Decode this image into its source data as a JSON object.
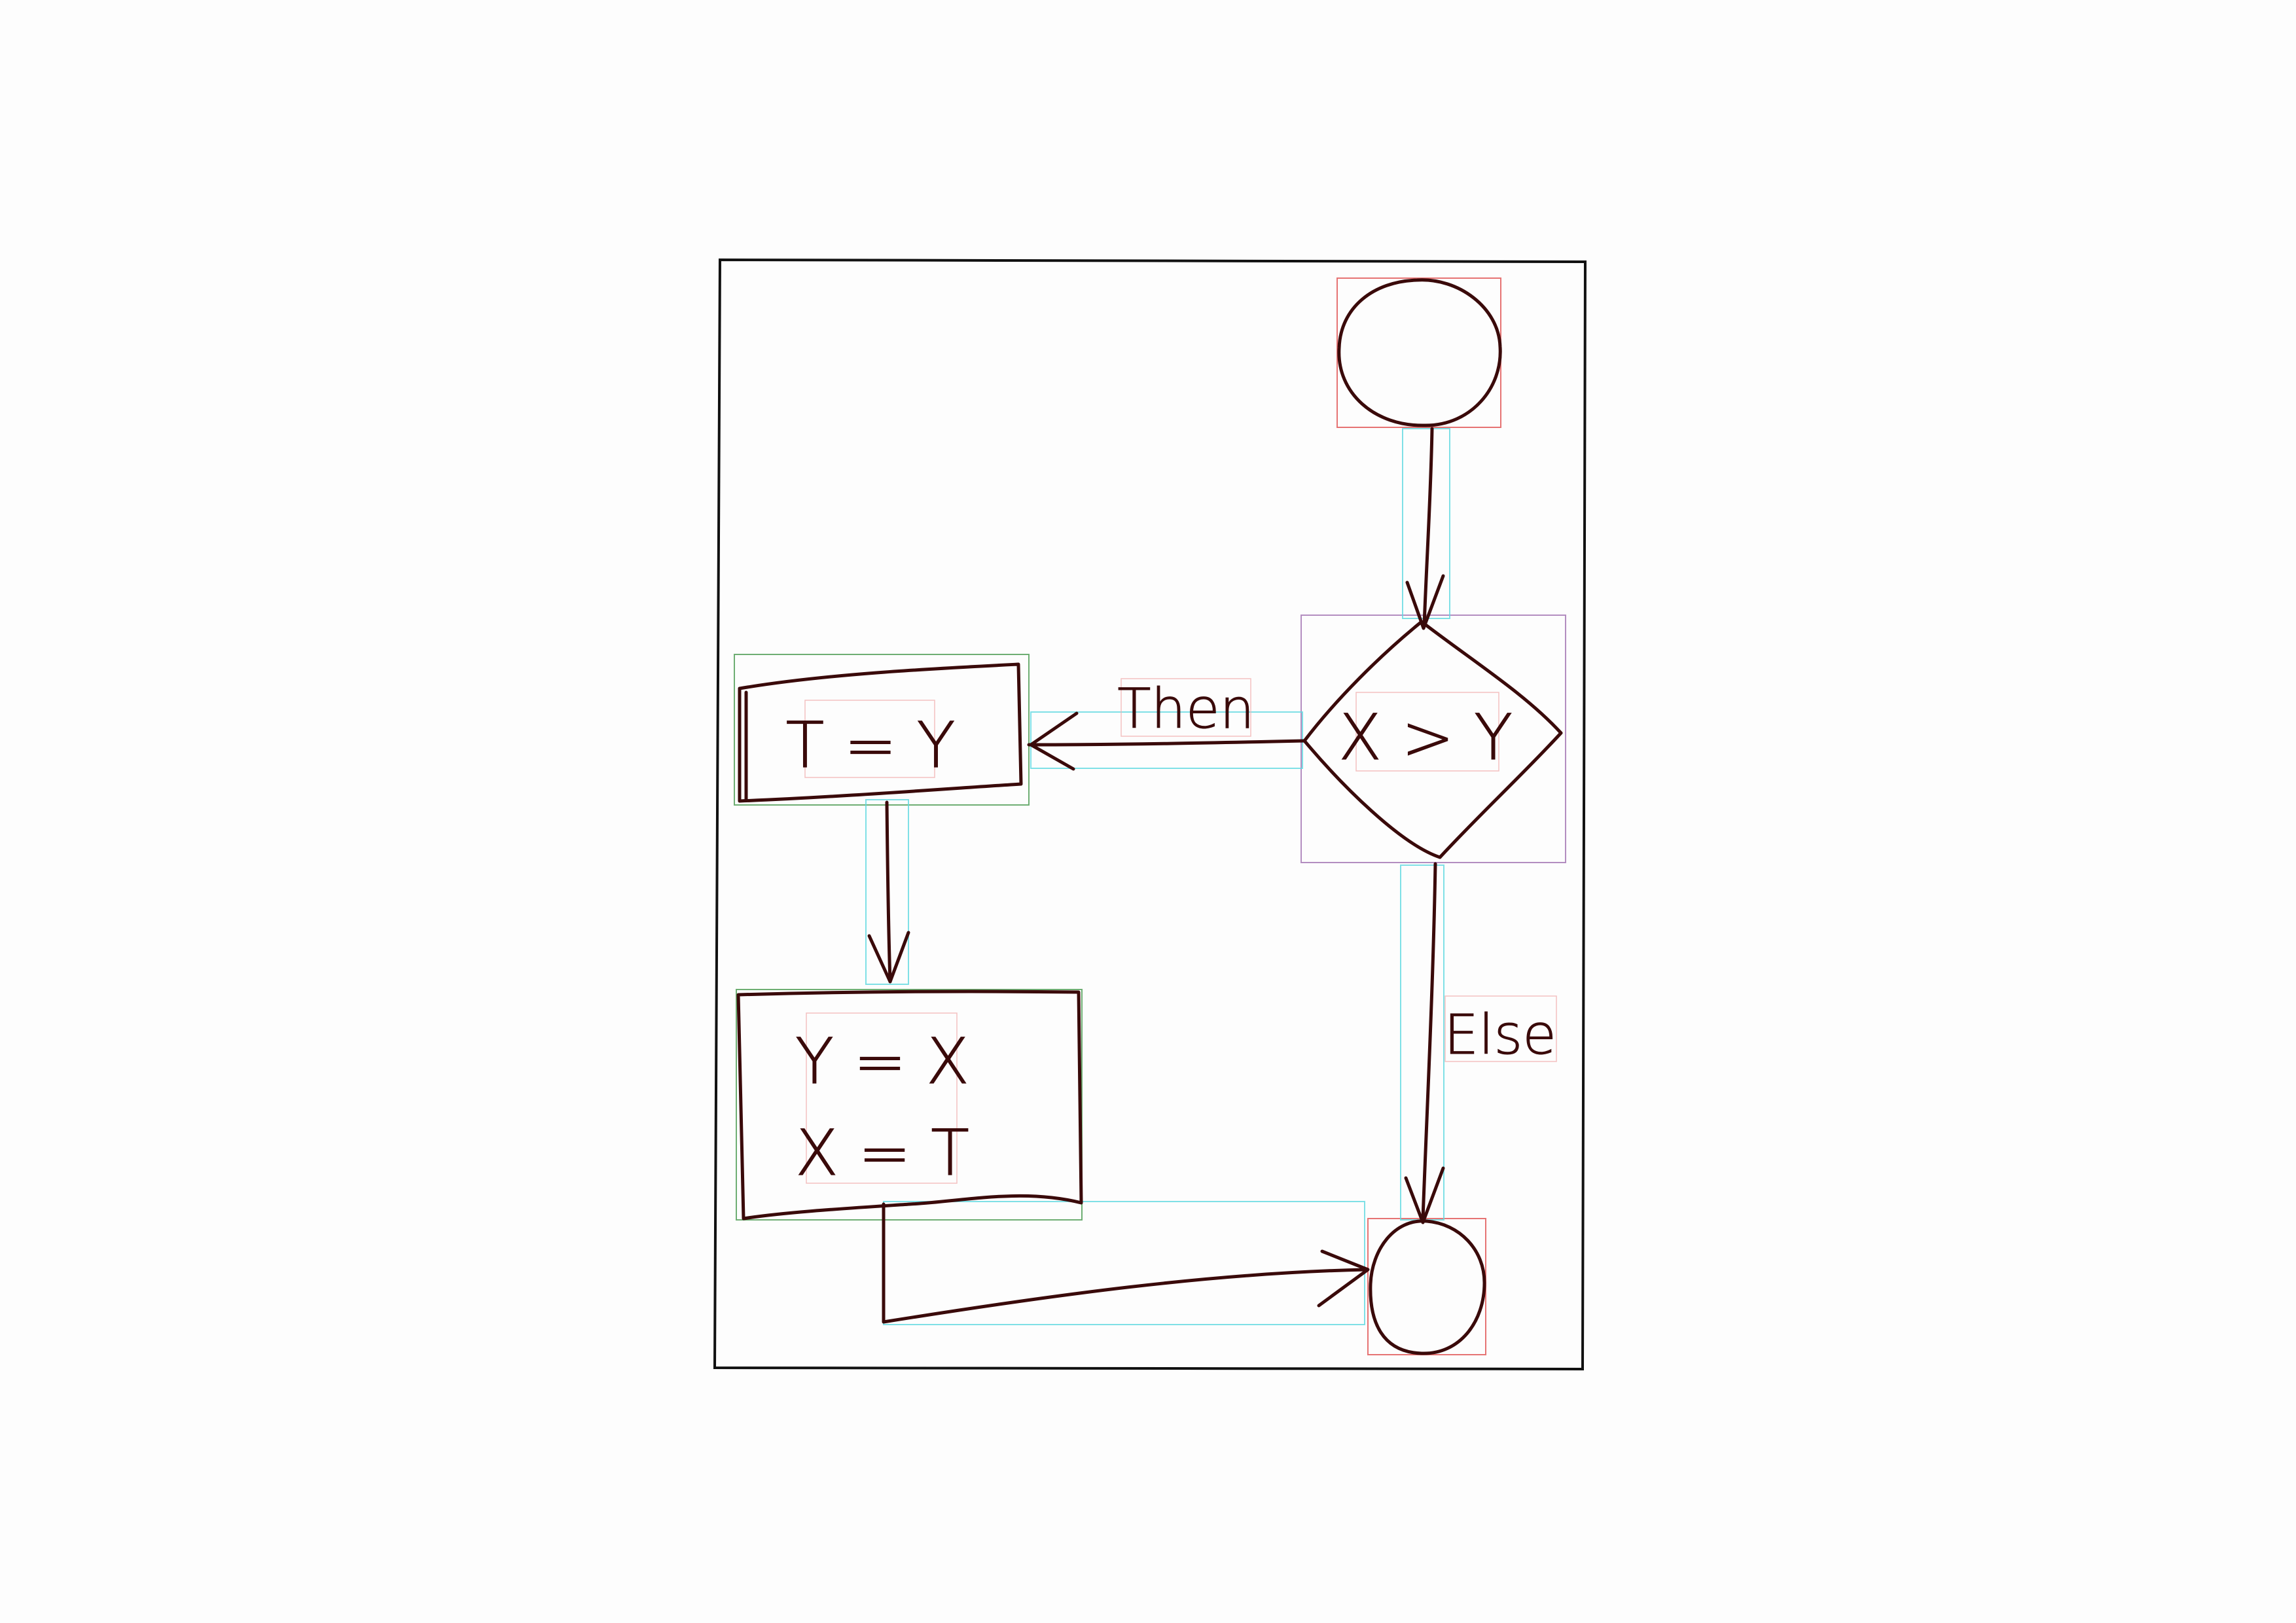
{
  "flowchart": {
    "nodes": {
      "decision": {
        "label": "X > Y"
      },
      "then_step": {
        "label": "T = Y"
      },
      "swap_step": {
        "line1": "Y = X",
        "line2": "X = T"
      }
    },
    "edges": {
      "then_label": "Then",
      "else_label": "Else"
    }
  },
  "colors": {
    "ink": "#3a0a0a",
    "frame": "#111111",
    "annotation_node": "#e05050",
    "annotation_decision": "#a070b0",
    "annotation_process": "#4a9a50",
    "annotation_edge": "#5fd8e0"
  }
}
